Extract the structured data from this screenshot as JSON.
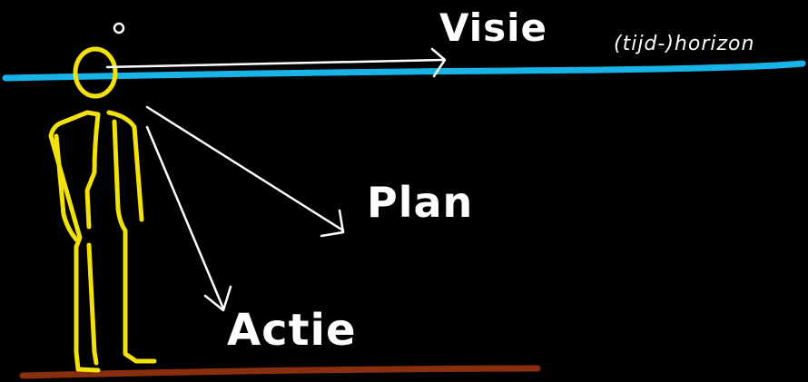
{
  "labels": {
    "visie": "Visie",
    "plan": "Plan",
    "actie": "Actie",
    "horizon": "(tijd-)horizon"
  },
  "colors": {
    "background": "#000000",
    "horizon_line": "#18b4e8",
    "ground_line": "#8a2e10",
    "figure": "#f2e10a",
    "arrows": "#ffffff"
  }
}
